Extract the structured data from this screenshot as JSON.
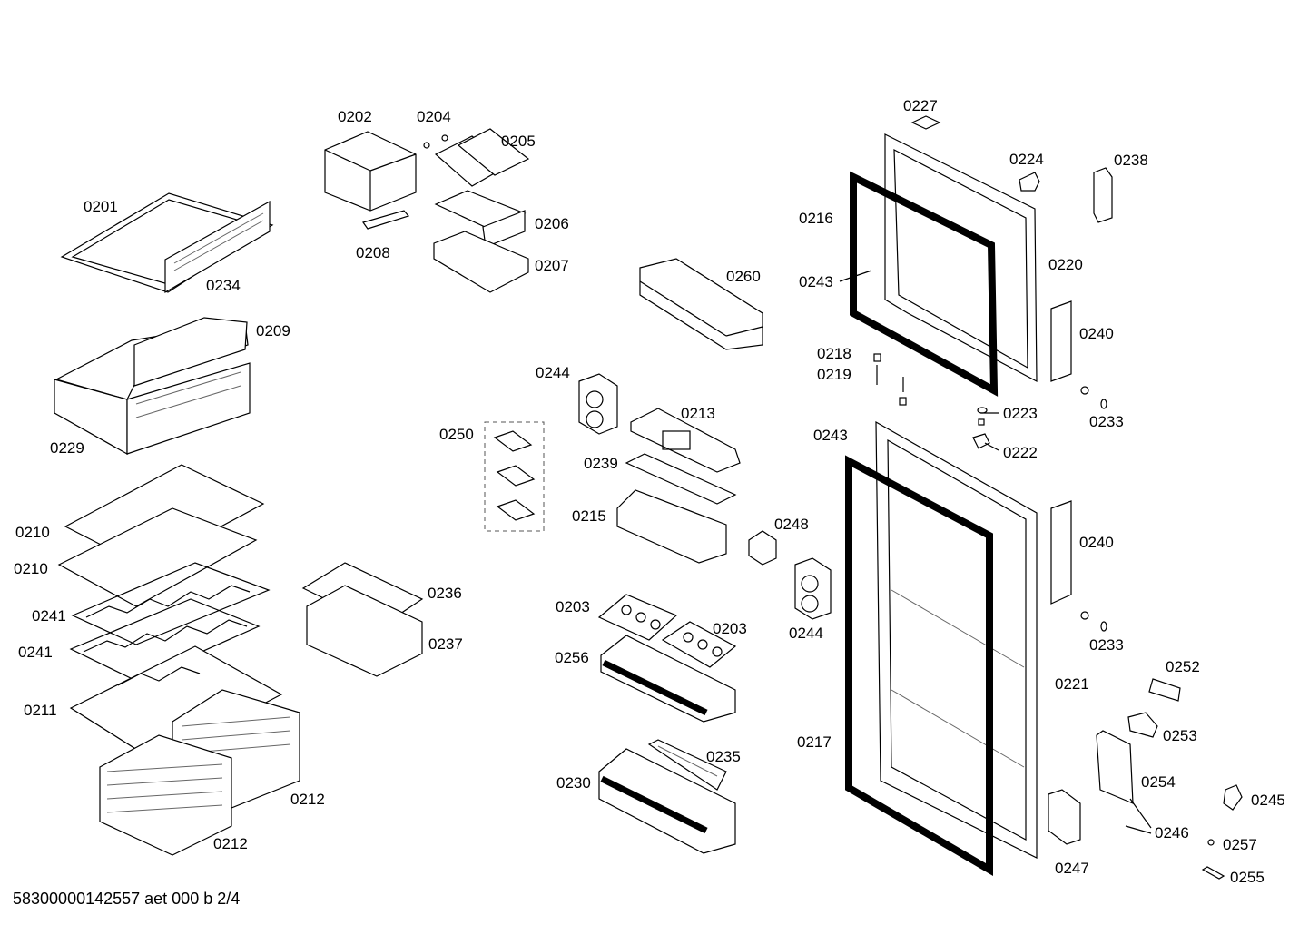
{
  "diagram": {
    "labels": [
      "0201",
      "0202",
      "0203",
      "0203",
      "0204",
      "0205",
      "0206",
      "0207",
      "0208",
      "0209",
      "0210",
      "0210",
      "0211",
      "0212",
      "0212",
      "0213",
      "0215",
      "0216",
      "0217",
      "0218",
      "0219",
      "0220",
      "0221",
      "0222",
      "0223",
      "0224",
      "0227",
      "0229",
      "0230",
      "0233",
      "0233",
      "0234",
      "0235",
      "0236",
      "0237",
      "0238",
      "0239",
      "0240",
      "0240",
      "0241",
      "0241",
      "0243",
      "0243",
      "0244",
      "0244",
      "0245",
      "0246",
      "0247",
      "0248",
      "0250",
      "0252",
      "0253",
      "0254",
      "0255",
      "0256",
      "0257",
      "0260"
    ]
  },
  "footer": {
    "code": "58300000142557 aet 000 b 2/4"
  }
}
